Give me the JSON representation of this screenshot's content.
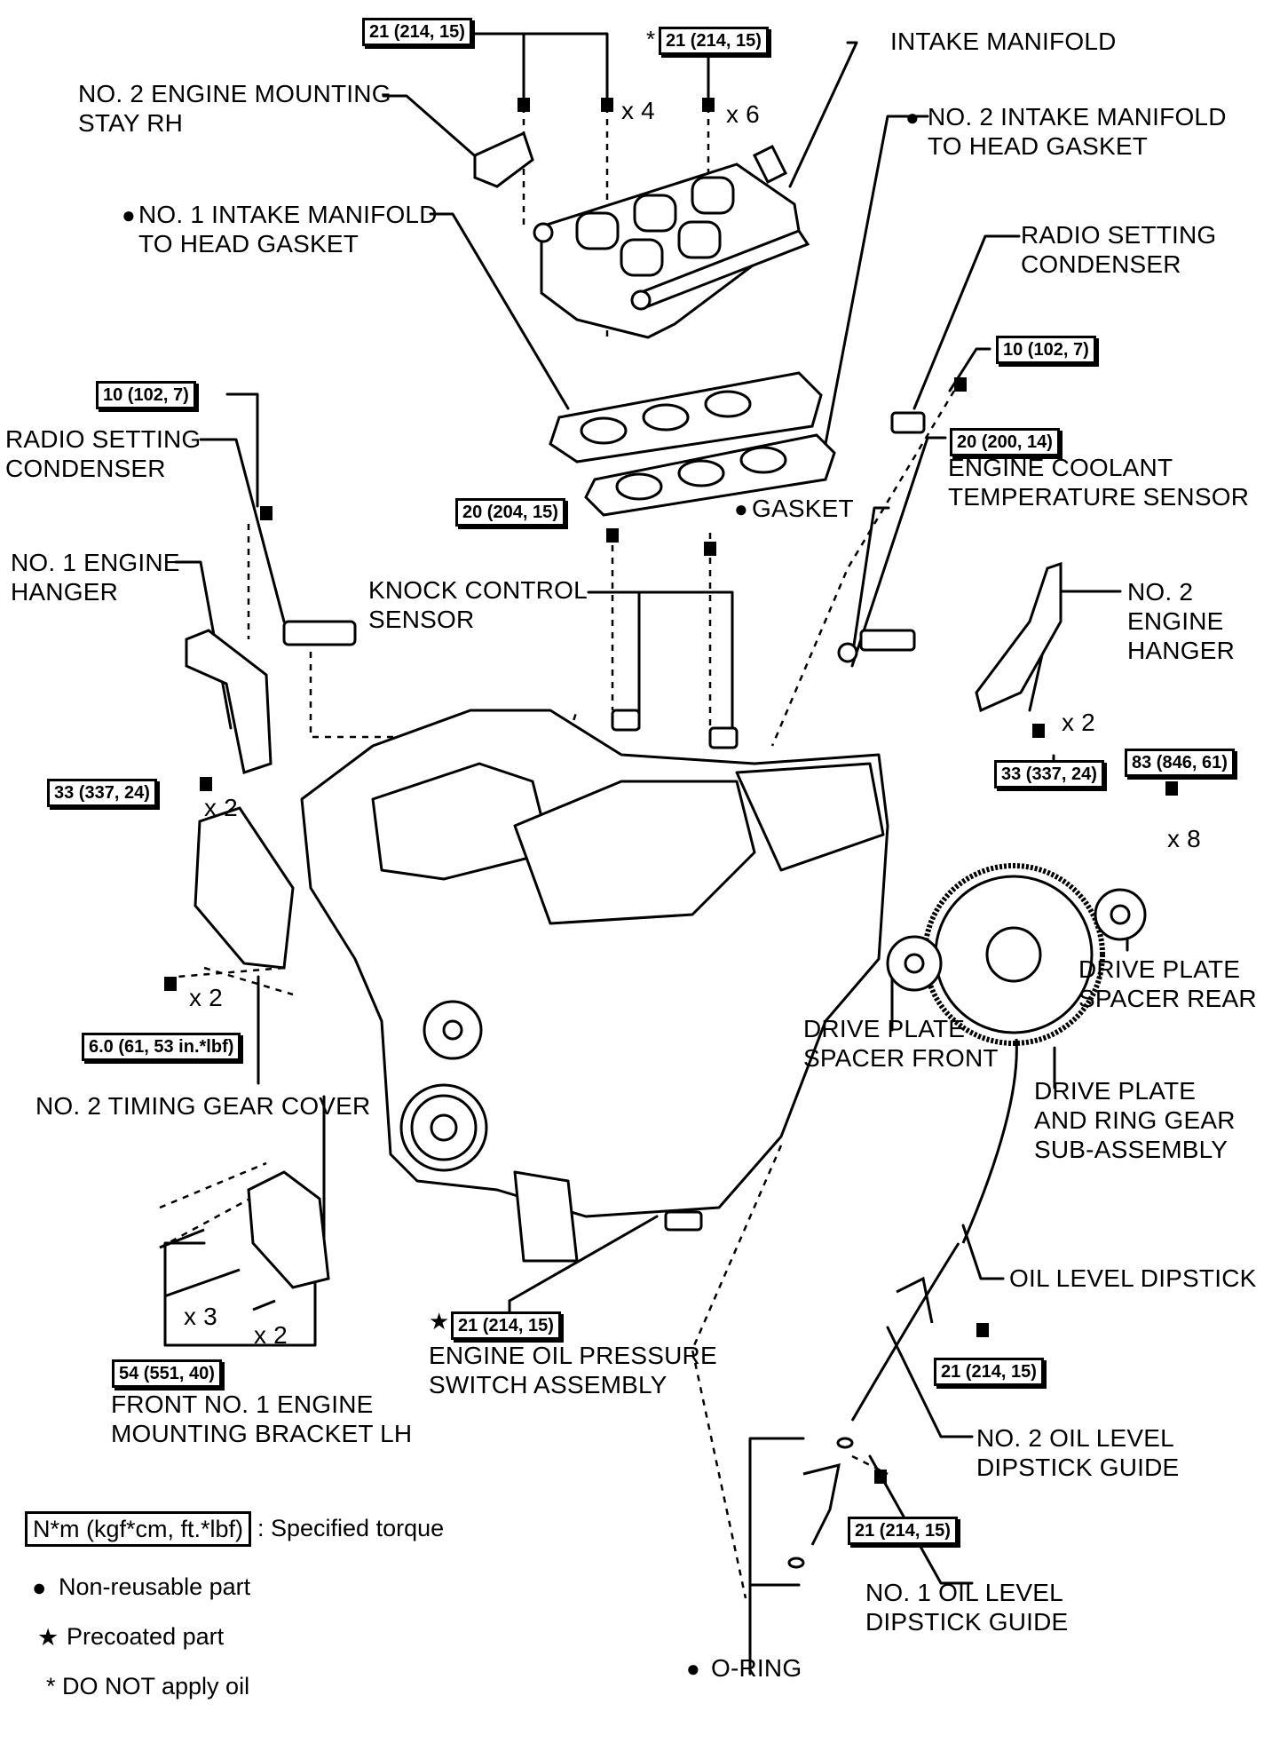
{
  "markers": {
    "nonreusable": "●",
    "precoated": "★",
    "noOil": "*"
  },
  "labels": {
    "intakeManifold": "INTAKE MANIFOLD",
    "no2MountStay": "NO. 2 ENGINE MOUNTING\nSTAY RH",
    "no2IntakeGasket": "NO. 2 INTAKE MANIFOLD\nTO HEAD GASKET",
    "no1IntakeGasket": "NO. 1 INTAKE MANIFOLD\nTO HEAD GASKET",
    "radioCondRight": "RADIO SETTING\nCONDENSER",
    "radioCondLeft": "RADIO SETTING\nCONDENSER",
    "engineCoolantSensor": "ENGINE COOLANT\nTEMPERATURE SENSOR",
    "gasket": "GASKET",
    "knockSensor": "KNOCK CONTROL\nSENSOR",
    "no1Hanger": "NO. 1 ENGINE\nHANGER",
    "no2Hanger": "NO. 2\nENGINE\nHANGER",
    "drivePlateSpacerRear": "DRIVE PLATE\nSPACER REAR",
    "drivePlateSpacerFront": "DRIVE PLATE\nSPACER FRONT",
    "drivePlateRing": "DRIVE PLATE\nAND RING GEAR\nSUB-ASSEMBLY",
    "no2TimingCover": "NO. 2 TIMING GEAR COVER",
    "oilLevelDipstick": "OIL LEVEL DIPSTICK",
    "oilPressureSwitch": "ENGINE OIL PRESSURE\nSWITCH ASSEMBLY",
    "frontBracket": "FRONT NO. 1 ENGINE\nMOUNTING BRACKET LH",
    "no2DipstickGuide": "NO. 2 OIL LEVEL\nDIPSTICK GUIDE",
    "no1DipstickGuide": "NO. 1 OIL LEVEL\nDIPSTICK GUIDE",
    "oRing": "O-RING"
  },
  "torques": {
    "t_top_left": "21 (214, 15)",
    "t_top_right": "21 (214, 15)",
    "t_radio_right": "10 (102, 7)",
    "t_radio_left": "10 (102, 7)",
    "t_coolant": "20 (200, 14)",
    "t_knock": "20 (204, 15)",
    "t_hanger1": "33 (337, 24)",
    "t_hanger2": "33 (337, 24)",
    "t_drive": "83 (846, 61)",
    "t_timing": "6.0 (61, 53 in.*lbf)",
    "t_oilsw": "21 (214, 15)",
    "t_bracket": "54 (551, 40)",
    "t_guide2": "21 (214, 15)",
    "t_guide1": "21 (214, 15)"
  },
  "counts": {
    "c_x4": "x 4",
    "c_x6": "x 6",
    "c_hanger1": "x 2",
    "c_hanger2": "x 2",
    "c_x8": "x 8",
    "c_timing": "x 2",
    "c_x3": "x 3",
    "c_bracket2": "x 2"
  },
  "legend": {
    "torque_box": "N*m (kgf*cm, ft.*lbf)",
    "torque_text": ": Specified torque",
    "nonreusable": "Non-reusable part",
    "precoated": "Precoated part",
    "no_oil": "DO NOT apply oil"
  }
}
